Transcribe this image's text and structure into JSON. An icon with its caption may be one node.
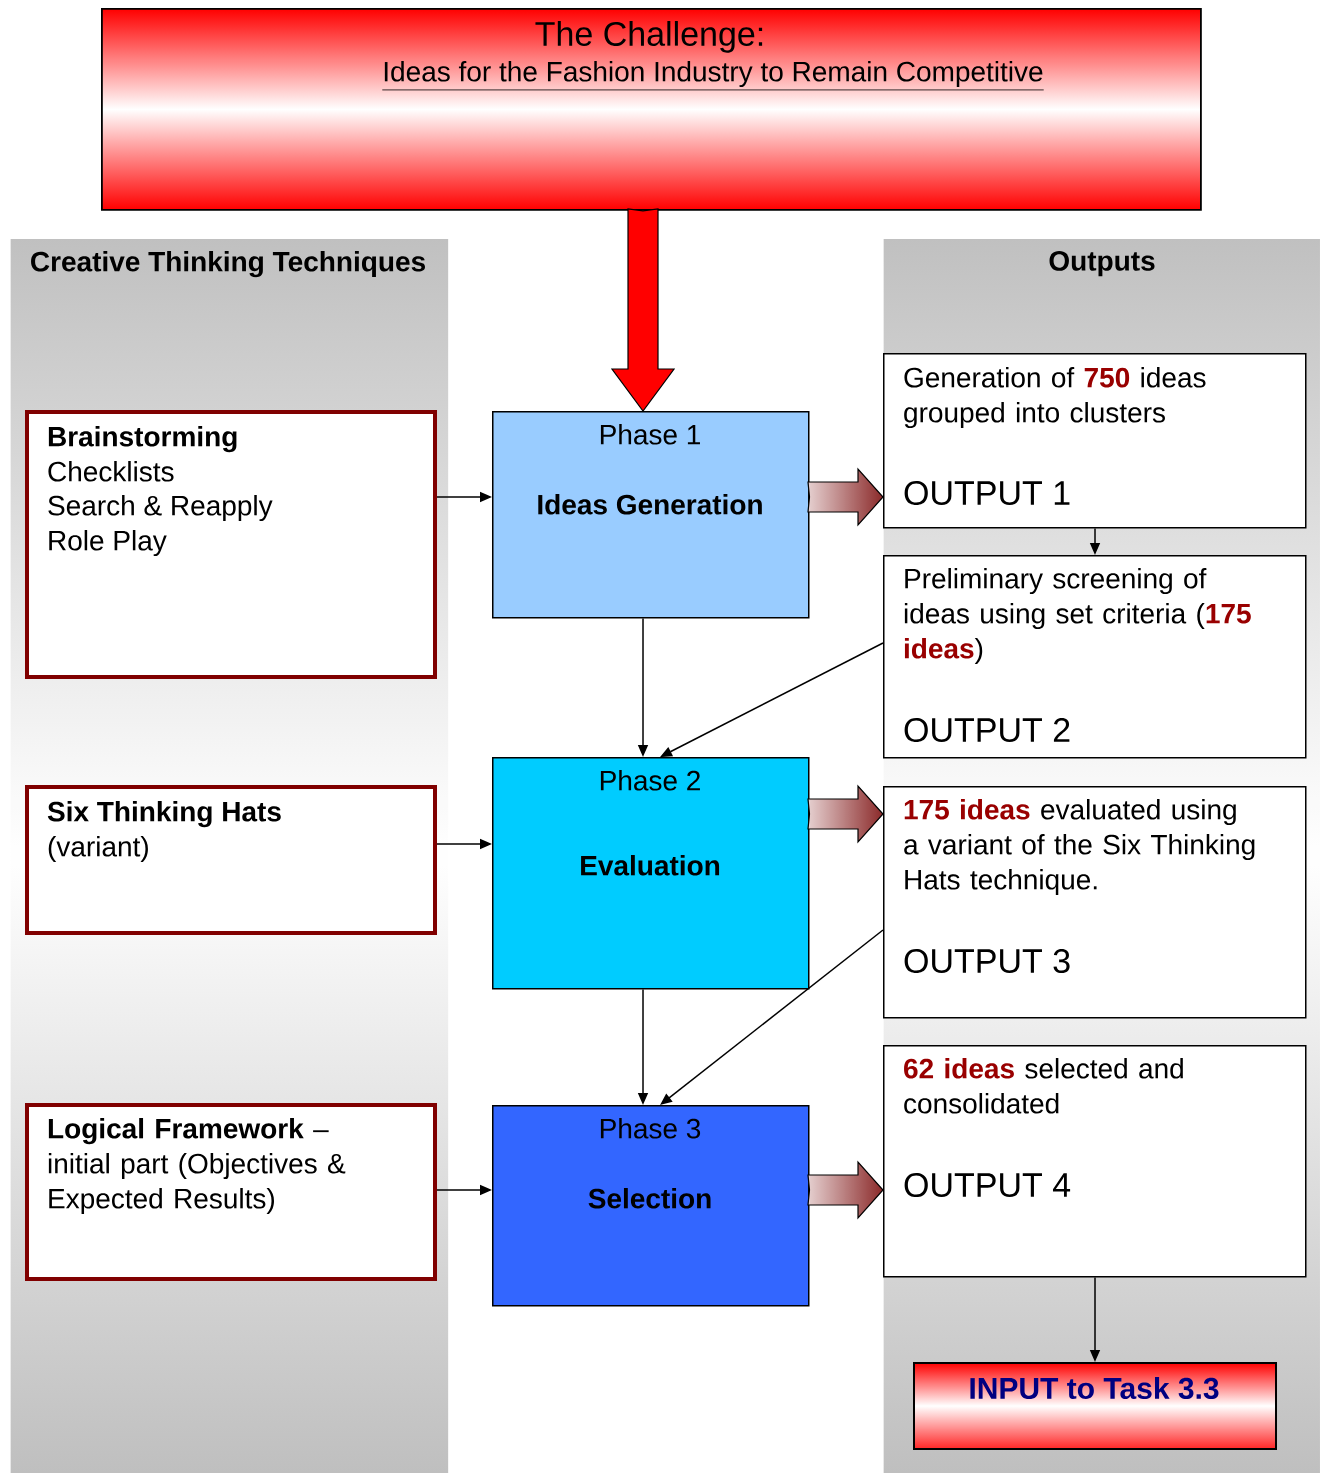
{
  "diagram": {
    "nodes": [
      {
        "text": [
          "The Challenge:",
          "Ideas for the Fashion Industry to Remain Competitive"
        ]
      },
      {
        "text": [
          "Creative Thinking Techniques"
        ]
      },
      {
        "text": [
          "Brainstorming",
          "Checklists",
          "Search & Reapply",
          "Role Play"
        ],
        "in": 1
      },
      {
        "text": [
          "Six Thinking Hats",
          "(variant)"
        ],
        "in": 1
      },
      {
        "text": [
          "**Logical Framework** – initial part (Objectives & Expected Results)"
        ],
        "in": 1
      },
      {
        "text": [
          "Phase 1",
          "Ideas Generation"
        ]
      },
      {
        "text": [
          "Phase 2",
          "Evaluation"
        ]
      },
      {
        "text": [
          "Phase 3",
          "Selection"
        ]
      },
      {
        "text": [
          "Outputs"
        ]
      },
      {
        "text": [
          "Generation of **750** ideas grouped into clusters",
          "OUTPUT 1"
        ],
        "in": 8
      },
      {
        "text": [
          "Preliminary screening of ideas using set criteria (**175 ideas**)",
          "OUTPUT 2"
        ],
        "in": 8
      },
      {
        "text": [
          "**175 ideas** evaluated using a variant of the Six Thinking Hats technique.",
          "OUTPUT 3"
        ],
        "in": 8
      },
      {
        "text": [
          "**62 ideas** selected and consolidated",
          "OUTPUT 4"
        ],
        "in": 8
      },
      {
        "text": [
          "INPUT to Task 3.3"
        ],
        "in": 8
      }
    ],
    "edges": [
      {
        "from": 0,
        "to": 5,
        "arrow": "to",
        "style": "thick",
        "color": "#ff0000"
      },
      {
        "from": 2,
        "to": 5,
        "arrow": "to"
      },
      {
        "from": 5,
        "to": 9,
        "arrow": "to",
        "style": "thick",
        "color": "#8b2a2a"
      },
      {
        "from": 5,
        "to": 6,
        "arrow": "to"
      },
      {
        "from": 9,
        "to": 10,
        "arrow": "to"
      },
      {
        "from": 10,
        "to": 6,
        "arrow": "to"
      },
      {
        "from": 3,
        "to": 6,
        "arrow": "to"
      },
      {
        "from": 6,
        "to": 11,
        "arrow": "to",
        "style": "thick",
        "color": "#8b2a2a"
      },
      {
        "from": 6,
        "to": 7,
        "arrow": "to"
      },
      {
        "from": 11,
        "to": 7,
        "arrow": "to"
      },
      {
        "from": 4,
        "to": 7,
        "arrow": "to"
      },
      {
        "from": 7,
        "to": 12,
        "arrow": "to",
        "style": "thick",
        "color": "#8b2a2a"
      },
      {
        "from": 12,
        "to": 13,
        "arrow": "to"
      }
    ]
  }
}
